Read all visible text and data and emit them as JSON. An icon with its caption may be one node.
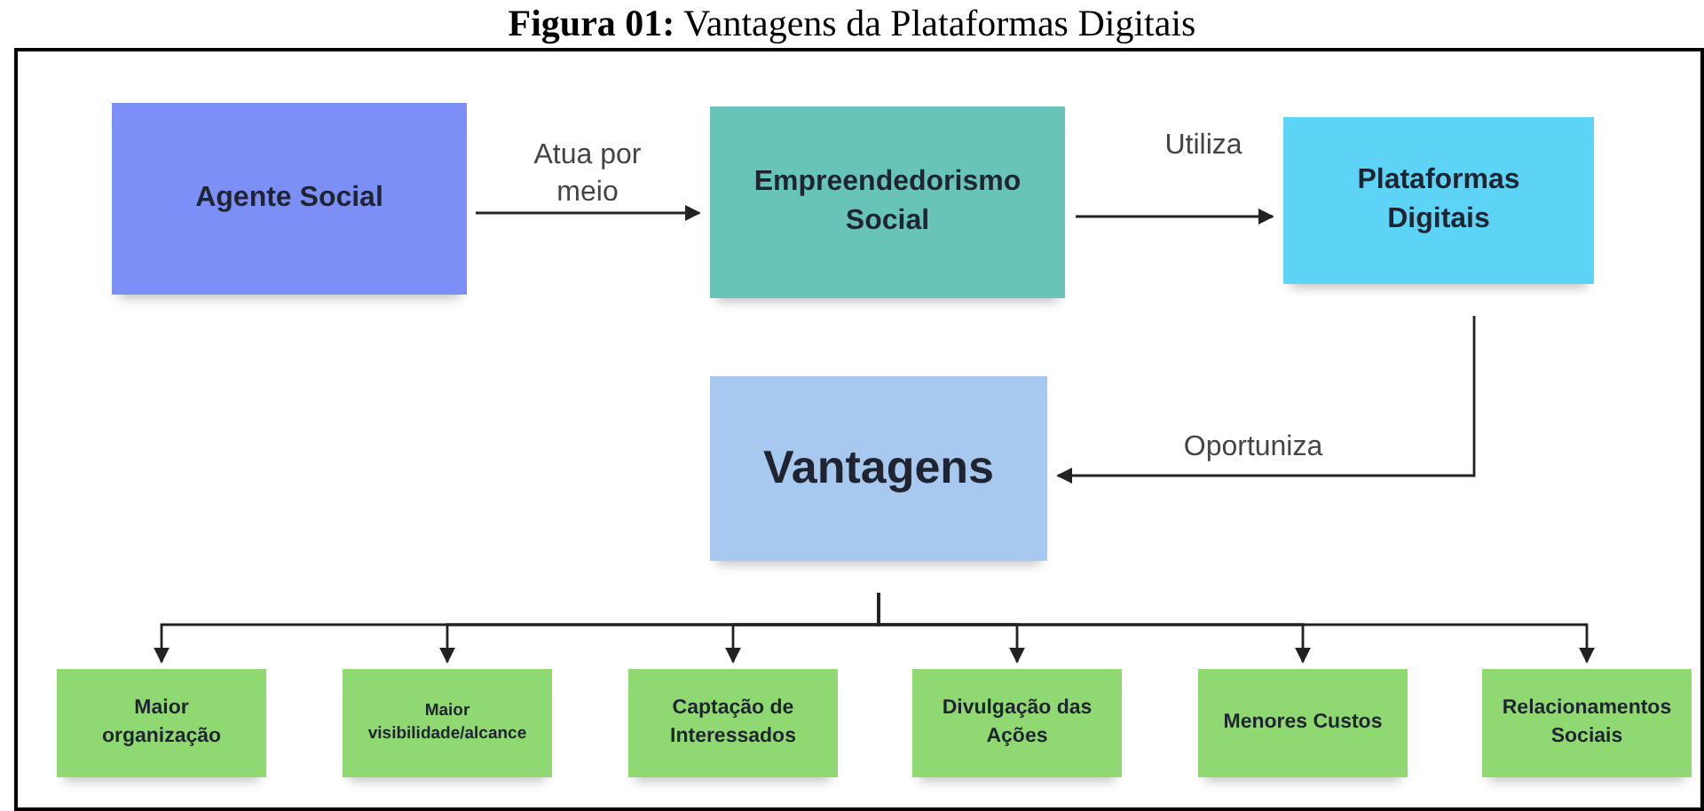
{
  "diagram": {
    "title": "**Figura 01:** Vantagens da Plataformas Digitais",
    "nodes": [
      {
        "text": [
          "Agente Social"
        ]
      },
      {
        "text": [
          "Empreendedorismo Social"
        ]
      },
      {
        "text": [
          "Plataformas Digitais"
        ]
      },
      {
        "text": [
          "Vantagens"
        ]
      },
      {
        "text": [
          "Maior organização"
        ]
      },
      {
        "text": [
          "Maior visibilidade/alcance"
        ]
      },
      {
        "text": [
          "Captação de Interessados"
        ]
      },
      {
        "text": [
          "Divulgação das Ações"
        ]
      },
      {
        "text": [
          "Menores Custos"
        ]
      },
      {
        "text": [
          "Relacionamentos Sociais"
        ]
      }
    ],
    "edges": [
      {
        "from": 0,
        "to": 1,
        "arrow": "to",
        "label": "Atua por meio"
      },
      {
        "from": 1,
        "to": 2,
        "arrow": "to",
        "label": "Utiliza"
      },
      {
        "from": 2,
        "to": 3,
        "arrow": "to",
        "label": "Oportuniza"
      },
      {
        "from": 3,
        "to": 4,
        "arrow": "to"
      },
      {
        "from": 3,
        "to": 5,
        "arrow": "to"
      },
      {
        "from": 3,
        "to": 6,
        "arrow": "to"
      },
      {
        "from": 3,
        "to": 7,
        "arrow": "to"
      },
      {
        "from": 3,
        "to": 8,
        "arrow": "to"
      },
      {
        "from": 3,
        "to": 9,
        "arrow": "to"
      }
    ]
  }
}
